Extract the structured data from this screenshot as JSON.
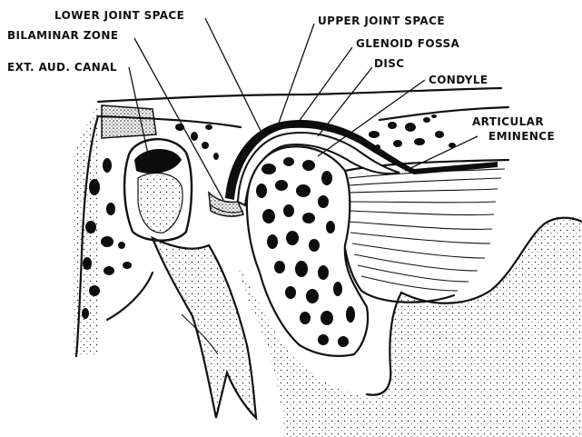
{
  "labels": {
    "lower_joint_space": "LOWER JOINT SPACE",
    "upper_joint_space": "UPPER JOINT SPACE",
    "bilaminar_zone": "BILAMINAR ZONE",
    "glenoid_fossa": "GLENOID FOSSA",
    "ext_aud_canal": "EXT. AUD. CANAL",
    "disc": "DISC",
    "condyle": "CONDYLE",
    "articular": "ARTICULAR",
    "eminence": "EMINENCE"
  },
  "colors": {
    "ink": "#111111",
    "paper": "#ffffff"
  }
}
